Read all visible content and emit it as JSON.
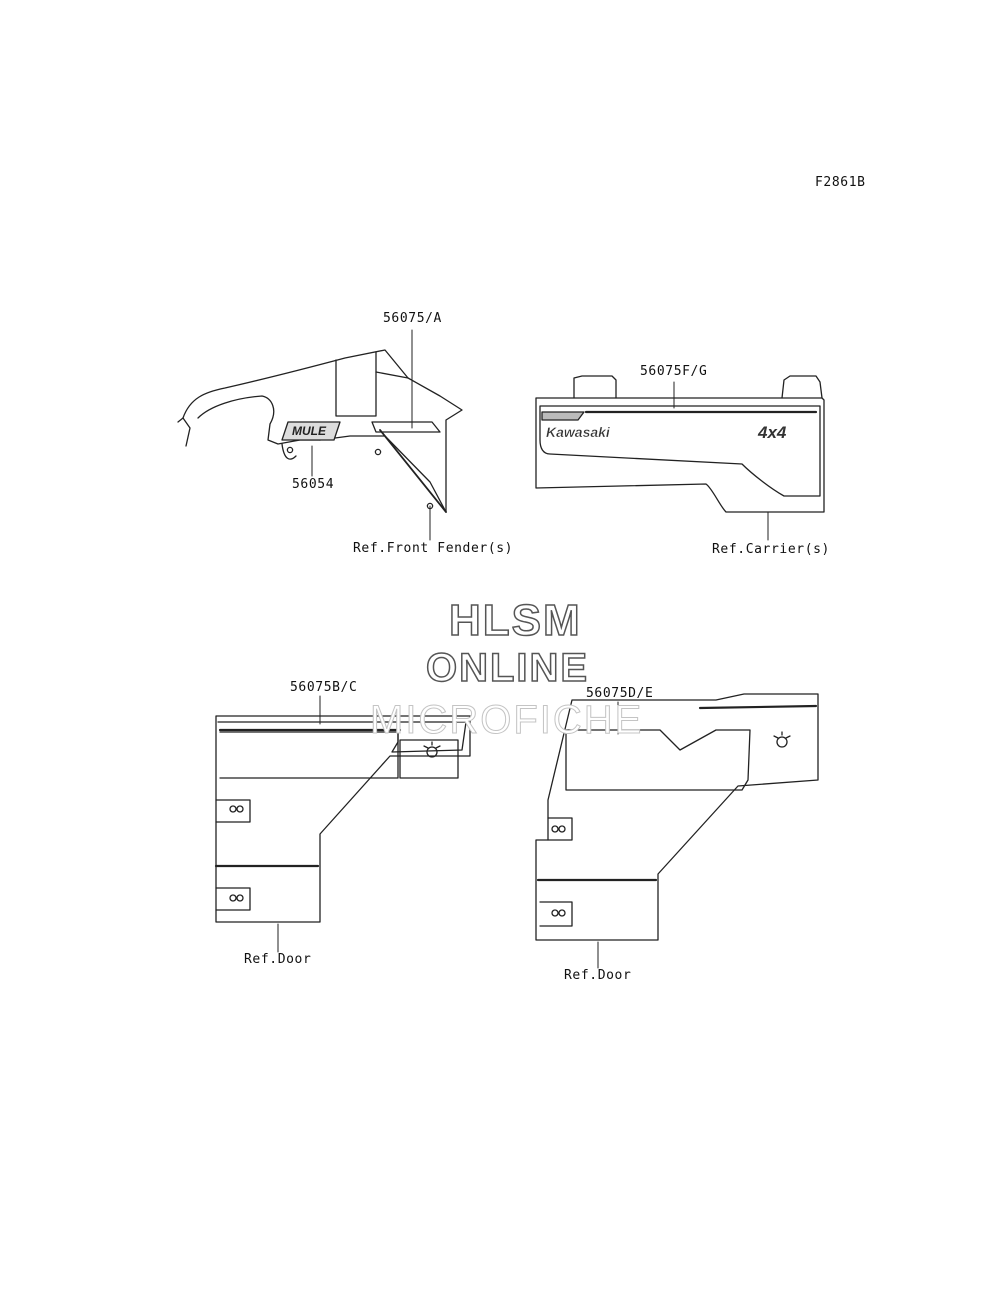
{
  "figure_code": "F2861B",
  "watermark": {
    "line1": "HLSM",
    "line2": "ONLINE",
    "line3": "MICROFICHE"
  },
  "parts": {
    "fender_decal": "56075/A",
    "mule_decal": "56054",
    "carrier_decal": "56075F/G",
    "door_left_decal": "56075B/C",
    "door_right_decal": "56075D/E"
  },
  "references": {
    "front_fender": "Ref.Front Fender(s)",
    "carrier": "Ref.Carrier(s)",
    "door_left": "Ref.Door",
    "door_right": "Ref.Door"
  },
  "decal_text": {
    "brand": "Kawasaki",
    "drive": "4x4",
    "model": "MULE"
  }
}
